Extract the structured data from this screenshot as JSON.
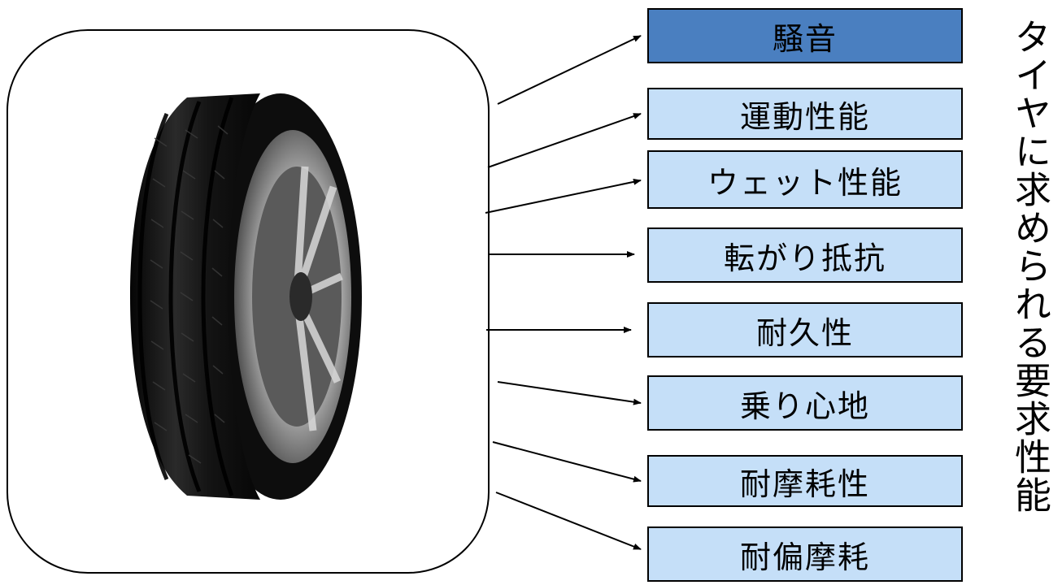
{
  "title": "タイヤに求められる要求性能",
  "properties": [
    {
      "label": "騒音",
      "highlighted": true
    },
    {
      "label": "運動性能",
      "highlighted": false
    },
    {
      "label": "ウェット性能",
      "highlighted": false
    },
    {
      "label": "転がり抵抗",
      "highlighted": false
    },
    {
      "label": "耐久性",
      "highlighted": false
    },
    {
      "label": "乗り心地",
      "highlighted": false
    },
    {
      "label": "耐摩耗性",
      "highlighted": false
    },
    {
      "label": "耐偏摩耗",
      "highlighted": false
    }
  ],
  "colors": {
    "highlight_fill": "#4a7fc0",
    "box_fill": "#c5dff8",
    "line": "#000000"
  },
  "image": {
    "subject": "tire-photo"
  }
}
